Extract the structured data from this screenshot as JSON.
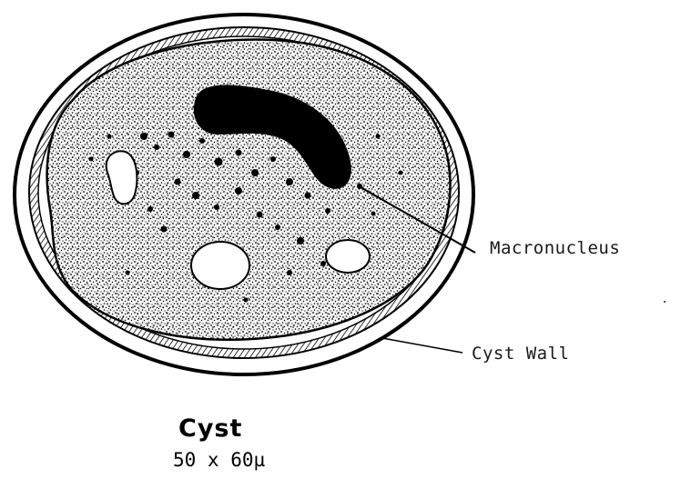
{
  "labels": {
    "macronucleus": "Macronucleus",
    "cyst_wall": "Cyst Wall"
  },
  "caption": {
    "title": "Cyst",
    "size": "50 x 60µ"
  },
  "colors": {
    "ink": "#000000",
    "paper": "#ffffff"
  }
}
